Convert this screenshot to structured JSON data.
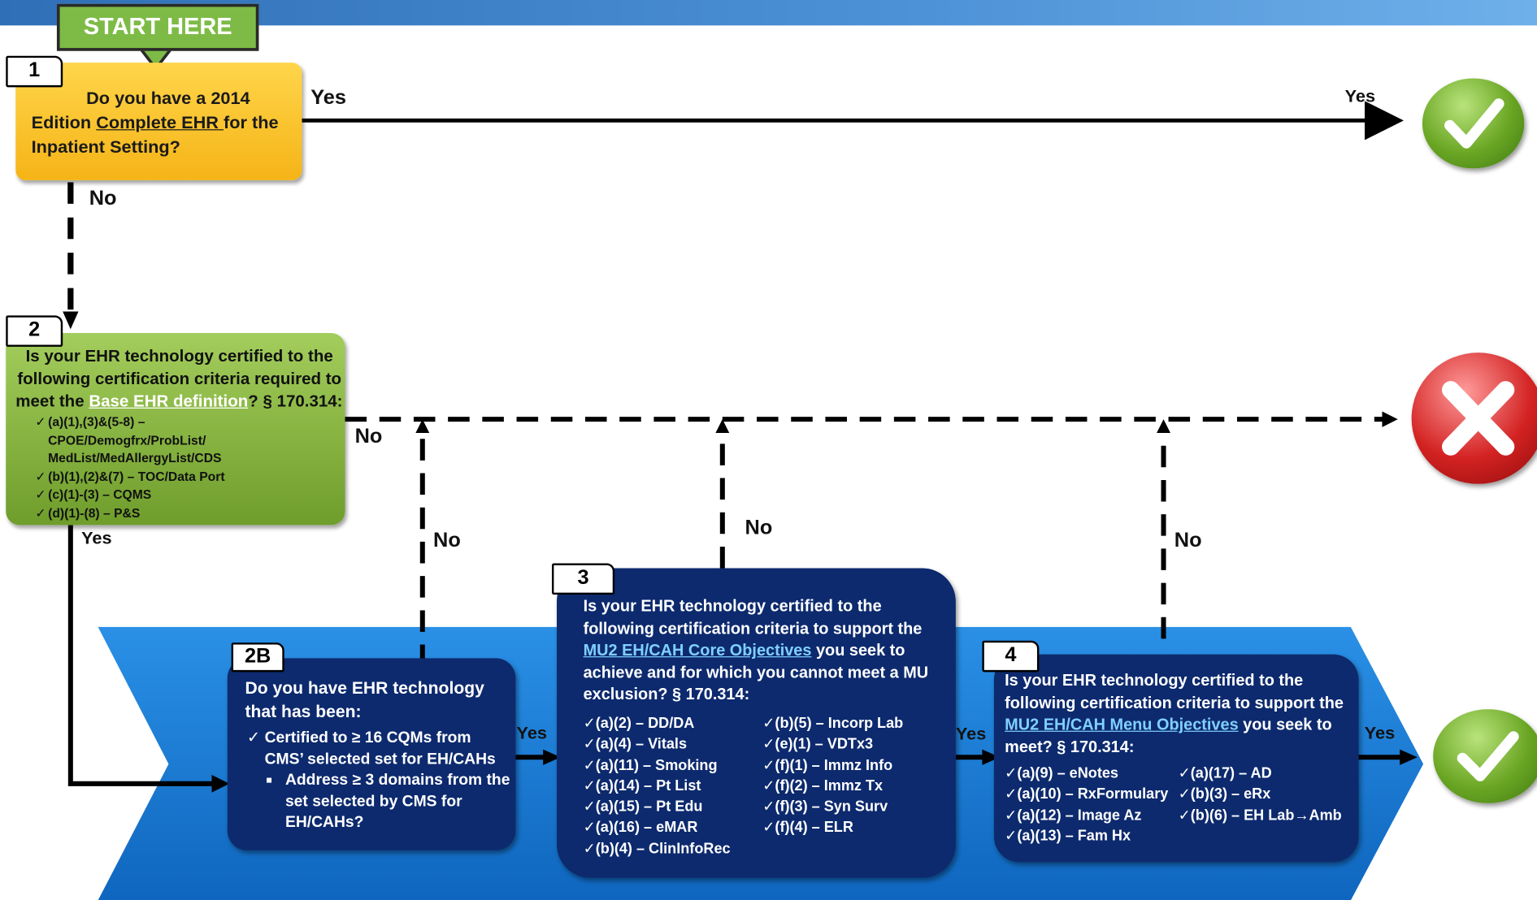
{
  "start_label": "START HERE",
  "steps": {
    "s1": {
      "tag": "1",
      "line1": "Do you have a 2014",
      "line2_pre": "Edition ",
      "line2_link": "Complete EHR ",
      "line2_post": "for the",
      "line3": "Inpatient  Setting?"
    },
    "s2": {
      "tag": "2",
      "line1": "Is your EHR technology certified to the",
      "line2": "following certification criteria required to",
      "line3_pre": "meet the ",
      "line3_link": "Base EHR definition",
      "line3_post": "?  § 170.314:",
      "criteria": [
        "(a)(1),(3)&(5-8) –",
        "CPOE/Demogfrx/ProbList/",
        "MedList/MedAllergyList/CDS",
        "(b)(1),(2)&(7)  – TOC/Data Port",
        "(c)(1)-(3)  – CQMS",
        "(d)(1)-(8)  – P&S"
      ]
    },
    "s2b": {
      "tag": "2B",
      "line1": "Do you have EHR technology",
      "line2": "that has been:",
      "bullet1_l1": "Certified to ≥ 16 CQMs from",
      "bullet1_l2": "CMS’  selected set for EH/CAHs",
      "bullet2_l1": "Address ≥ 3 domains from the",
      "bullet2_l2": "set selected by CMS for",
      "bullet2_l3": "EH/CAHs?"
    },
    "s3": {
      "tag": "3",
      "line1": "Is your EHR technology certified to the",
      "line2": "following certification criteria to support the",
      "line3_link": "MU2 EH/CAH Core Objectives",
      "line3_post": " you seek to",
      "line4": "achieve and for which you cannot meet a MU",
      "line5": "exclusion?  § 170.314:",
      "col1": [
        "(a)(2) – DD/DA",
        "(a)(4) – Vitals",
        "(a)(11) – Smoking",
        "(a)(14) – Pt List",
        "(a)(15) – Pt Edu",
        "(a)(16) – eMAR",
        "(b)(4) – ClinInfoRec"
      ],
      "col2": [
        "(b)(5) – Incorp Lab",
        "(e)(1) – VDTx3",
        "(f)(1) – Immz Info",
        "(f)(2) – Immz Tx",
        "(f)(3) – Syn Surv",
        "(f)(4) – ELR"
      ]
    },
    "s4": {
      "tag": "4",
      "line1": "Is your EHR technology certified to the",
      "line2": "following certification criteria to support the",
      "line3_link": "MU2 EH/CAH Menu Objectives",
      "line3_post": " you seek to",
      "line4": "meet?   § 170.314:",
      "col1": [
        "(a)(9) –  eNotes",
        "(a)(10) – RxFormulary",
        "(a)(12) – Image Az",
        "(a)(13) – Fam Hx"
      ],
      "col2": [
        "(a)(17) – AD",
        "(b)(3) – eRx",
        "(b)(6) – EH Lab→Amb"
      ]
    }
  },
  "edge_labels": {
    "yes_1": "Yes",
    "yes_top_right": "Yes",
    "no_1": "No",
    "no_2": "No",
    "yes_2": "Yes",
    "no_2b": "No",
    "no_3": "No",
    "no_4": "No",
    "yes_2b": "Yes",
    "yes_3": "Yes",
    "yes_4": "Yes"
  },
  "check_mark": "✓",
  "colors": {
    "yellow": "#f5b417",
    "green": "#7dbb46",
    "navy": "#0d2a6e",
    "chevron": "#1c7fd6",
    "success": "#6aa623",
    "fail": "#d32222"
  },
  "icons": [
    "check-circle-icon",
    "x-circle-icon",
    "check-circle-icon"
  ]
}
